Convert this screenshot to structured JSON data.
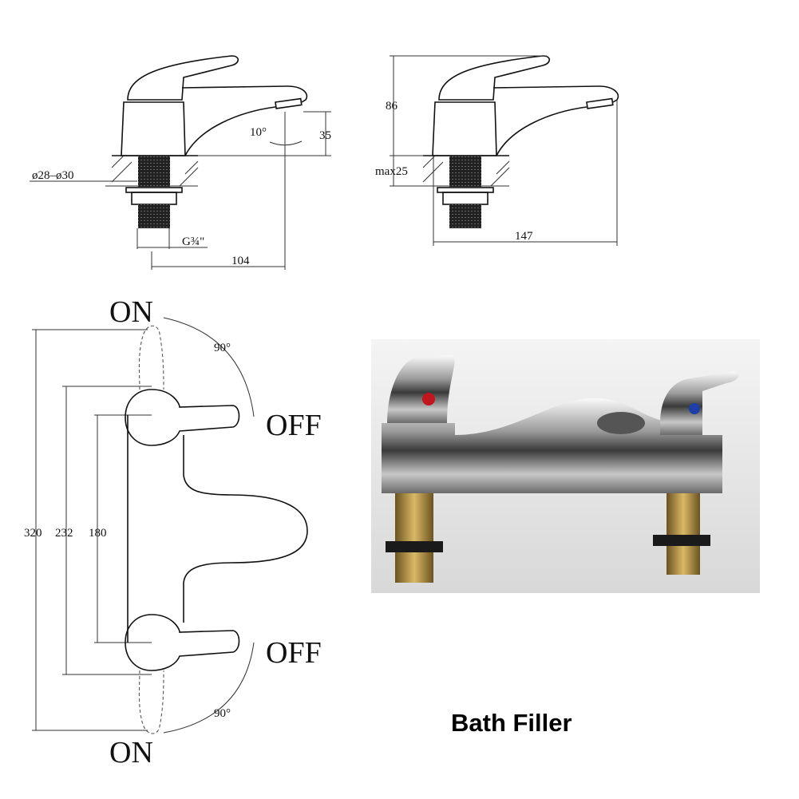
{
  "side_view_left": {
    "diameter_label": "ø28–ø30",
    "thread_label": "G¾\"",
    "reach_label": "104",
    "height_label": "35",
    "angle_label": "10°"
  },
  "side_view_right": {
    "height_label": "86",
    "deck_label": "max25",
    "length_label": "147"
  },
  "plan_view": {
    "on_top": "ON",
    "off_top": "OFF",
    "off_bottom": "OFF",
    "on_bottom": "ON",
    "angle_top": "90°",
    "angle_bottom": "90°",
    "dim_overall": "320",
    "dim_mid": "232",
    "dim_inner": "180"
  },
  "photo": {
    "hot_color": "#c0161c",
    "cold_color": "#1f3fa8"
  },
  "caption": "Bath Filler"
}
